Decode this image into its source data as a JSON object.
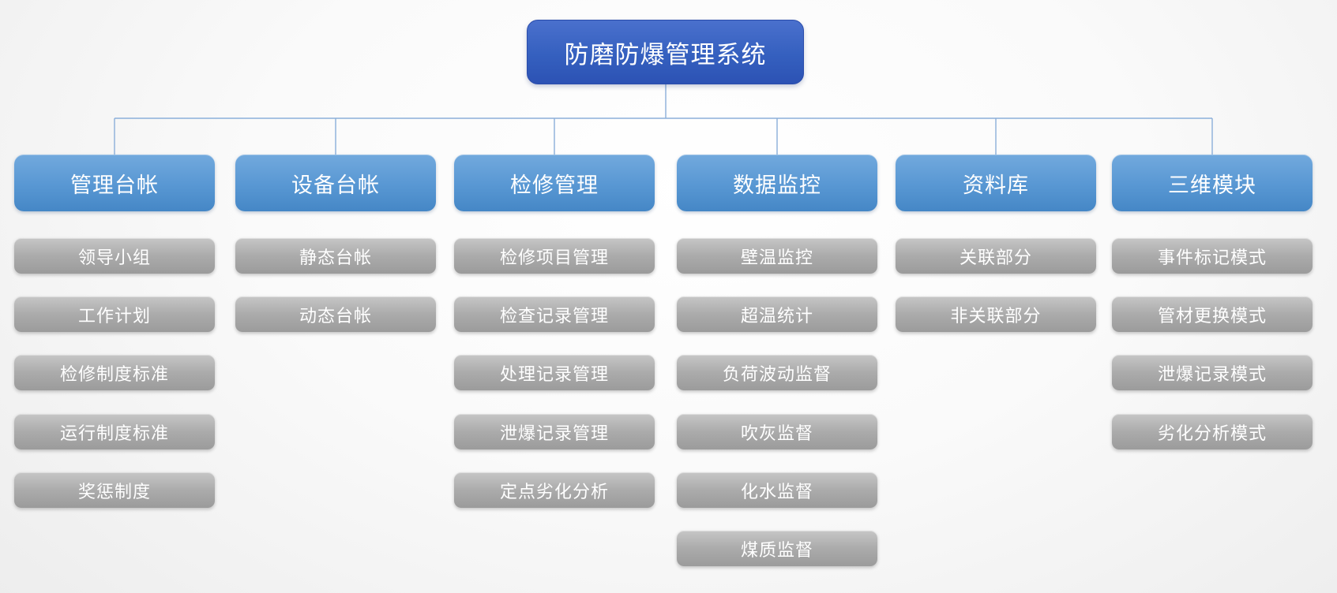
{
  "diagram": {
    "root": {
      "label": "防磨防爆管理系统"
    },
    "columns": [
      {
        "header": "管理台帐",
        "items": [
          "领导小组",
          "工作计划",
          "检修制度标准",
          "运行制度标准",
          "奖惩制度"
        ]
      },
      {
        "header": "设备台帐",
        "items": [
          "静态台帐",
          "动态台帐"
        ]
      },
      {
        "header": "检修管理",
        "items": [
          "检修项目管理",
          "检查记录管理",
          "处理记录管理",
          "泄爆记录管理",
          "定点劣化分析"
        ]
      },
      {
        "header": "数据监控",
        "items": [
          "壁温监控",
          "超温统计",
          "负荷波动监督",
          "吹灰监督",
          "化水监督",
          "煤质监督"
        ]
      },
      {
        "header": "资料库",
        "items": [
          "关联部分",
          "非关联部分"
        ]
      },
      {
        "header": "三维模块",
        "items": [
          "事件标记模式",
          "管材更换模式",
          "泄爆记录模式",
          "劣化分析模式"
        ]
      }
    ]
  },
  "colors": {
    "root_top": "#4a70cd",
    "root_mid": "#3560bf",
    "root_bottom": "#2c52b4",
    "root_border": "#2a4cab",
    "branch_top": "#72a9dd",
    "branch_mid": "#5897d3",
    "branch_bottom": "#4587c6",
    "leaf_top": "#c6c6c6",
    "leaf_mid": "#ababab",
    "leaf_bottom": "#9b9b9b",
    "connector": "#8bafda"
  }
}
